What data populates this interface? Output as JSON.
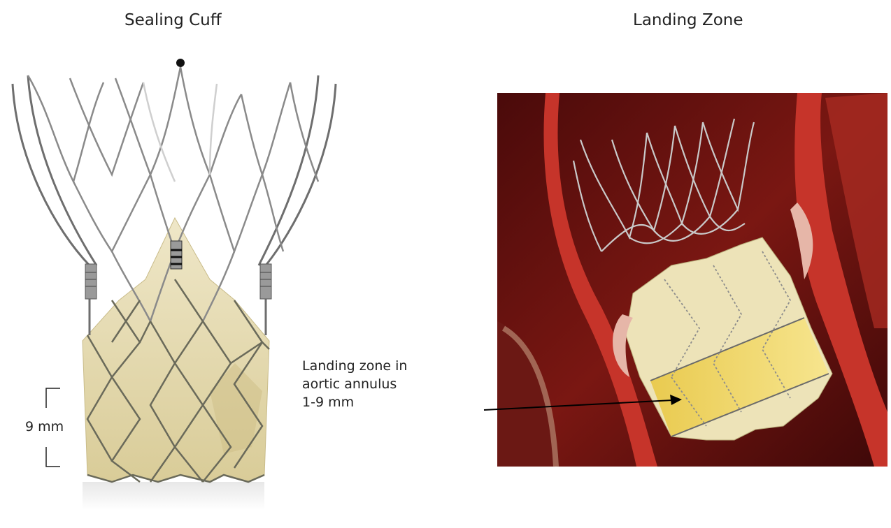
{
  "titles": {
    "left": "Sealing Cuff",
    "right": "Landing Zone"
  },
  "annotations": {
    "landing_line1": "Landing zone in",
    "landing_line2": "aortic annulus",
    "landing_line3": "1-9 mm",
    "dimension": "9 mm"
  },
  "colors": {
    "metal": "#6e6e6e",
    "metal_light": "#bdbdbd",
    "cuff": "#e8dfbe",
    "cuff_shadow": "#c9bc8a",
    "tissue_dark": "#5a0f0d",
    "tissue_mid": "#8e1d17",
    "vessel": "#c6342a",
    "zone_yellow": "#f1d35a"
  }
}
